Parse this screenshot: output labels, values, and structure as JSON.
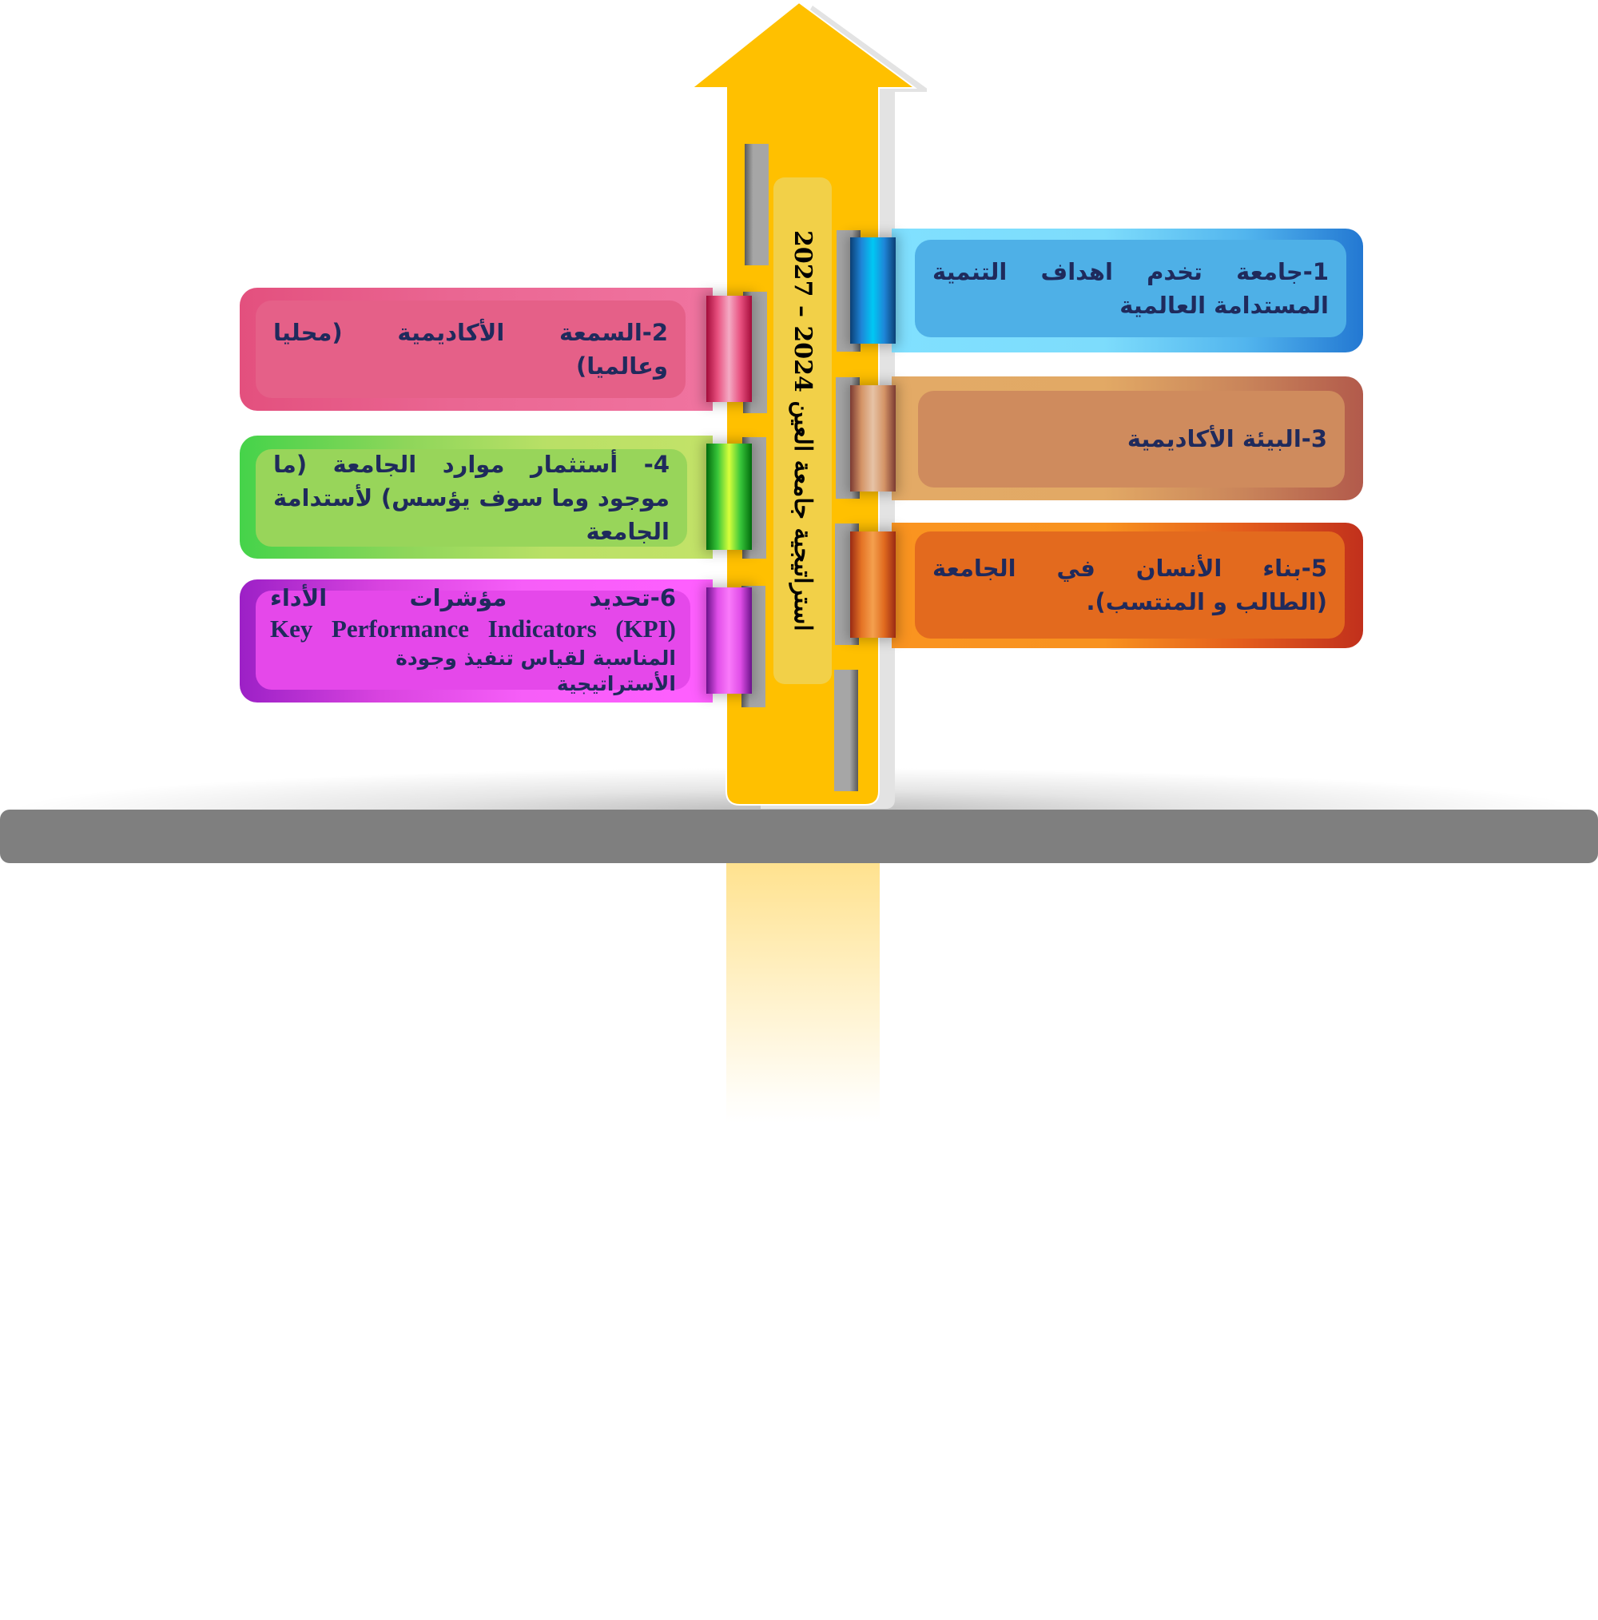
{
  "title": "استراتيجية جامعة العين  2024 – 2027",
  "colors": {
    "arrow": "#ffc000",
    "arrow_shadow": "#e3e3e3",
    "center_label_bg": "#f2d048",
    "ground": "#7f7f7f",
    "text": "#1f2a5c"
  },
  "goals": [
    {
      "number": "1",
      "text": "1-جامعة تخدم اهداف التنمية المستدامة العالمية",
      "side": "right",
      "color": "#4aaee6"
    },
    {
      "number": "2",
      "text": "2-السمعة الأكاديمية (محليا وعالميا)",
      "side": "left",
      "color": "#e5628a"
    },
    {
      "number": "3",
      "text": "3-البيئة الأكاديمية",
      "side": "right",
      "color": "#cf8a5c"
    },
    {
      "number": "4",
      "text": "4- أستثمار موارد الجامعة (ما موجود وما سوف يؤسس) لأستدامة الجامعة",
      "side": "left",
      "color": "#98d65a"
    },
    {
      "number": "5",
      "text": "5-بناء الأنسان في الجامعة (الطالب و المنتسب).",
      "side": "right",
      "color": "#e2691e"
    },
    {
      "number": "6",
      "text_ar_1": "6-تحديد مؤشرات الأداء",
      "text_en": "Key Performance Indicators (KPI)",
      "text_ar_2": "المناسبة لقياس تنفيذ وجودة الأستراتيجية",
      "side": "left",
      "color": "#e64ae9"
    }
  ]
}
